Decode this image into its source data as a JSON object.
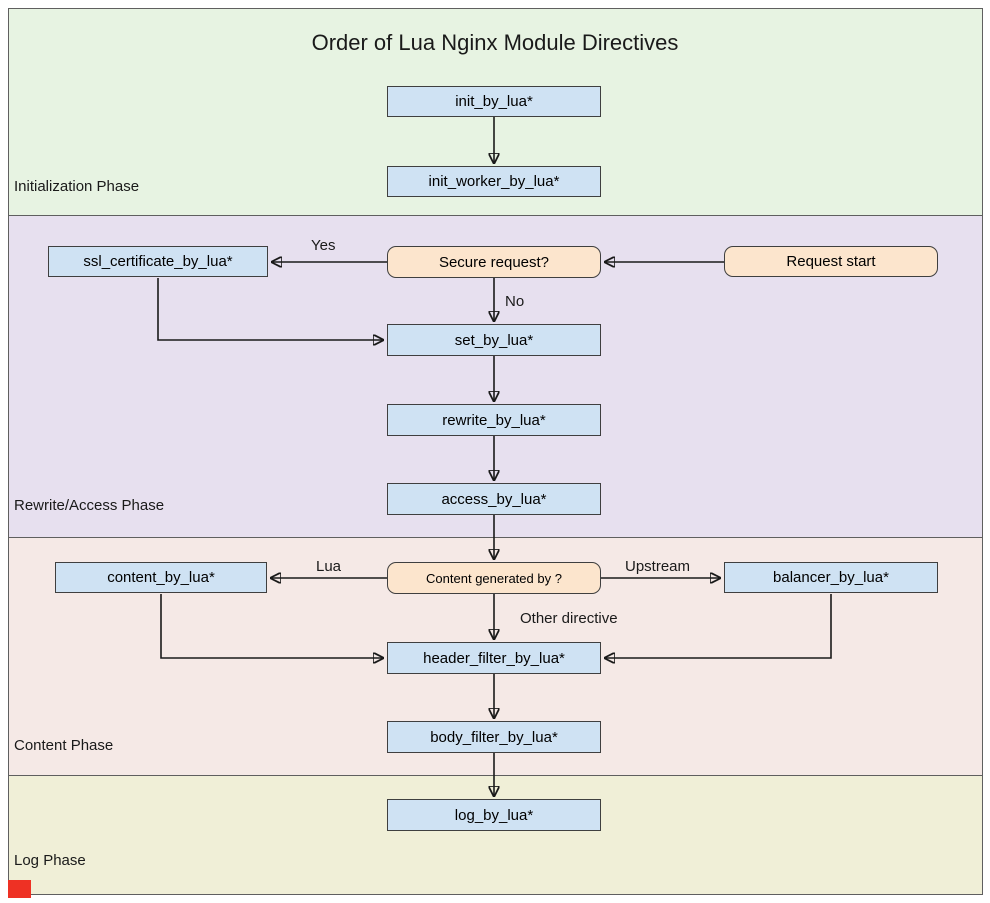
{
  "diagram": {
    "title": "Order of Lua Nginx Module Directives",
    "phases": {
      "initialization": {
        "label": "Initialization Phase"
      },
      "rewrite_access": {
        "label": "Rewrite/Access Phase"
      },
      "content": {
        "label": "Content Phase"
      },
      "log": {
        "label": "Log Phase"
      }
    },
    "nodes": {
      "init_by_lua": "init_by_lua*",
      "init_worker_by_lua": "init_worker_by_lua*",
      "ssl_certificate_by_lua": "ssl_certificate_by_lua*",
      "secure_request": "Secure request?",
      "request_start": "Request start",
      "set_by_lua": "set_by_lua*",
      "rewrite_by_lua": "rewrite_by_lua*",
      "access_by_lua": "access_by_lua*",
      "content_by_lua": "content_by_lua*",
      "content_generated_by": "Content generated by ?",
      "balancer_by_lua": "balancer_by_lua*",
      "header_filter_by_lua": "header_filter_by_lua*",
      "body_filter_by_lua": "body_filter_by_lua*",
      "log_by_lua": "log_by_lua*"
    },
    "edge_labels": {
      "yes": "Yes",
      "no": "No",
      "lua": "Lua",
      "upstream": "Upstream",
      "other_directive": "Other directive"
    },
    "colors": {
      "initialization_band": "#e7f3e2",
      "rewrite_band": "#e7e0ef",
      "content_band": "#f5e9e6",
      "log_band": "#f0efd7",
      "process_fill": "#cfe2f3",
      "decision_fill": "#fce5cd",
      "stroke": "#1a1a1a",
      "marker_red": "#ee3124"
    }
  }
}
